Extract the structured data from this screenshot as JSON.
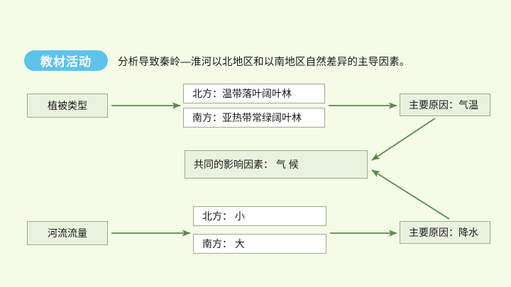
{
  "header": {
    "badge_label": "教材活动",
    "subtitle": "分析导致秦岭—淮河以北地区和以南地区自然差异的主导因素。"
  },
  "colors": {
    "background": "#f4fbe7",
    "badge": "#5ec3ea",
    "box_green_fill": "#e9f2de",
    "box_white_fill": "#ffffff",
    "box_border": "#9aab8a",
    "arrow": "#5a8a4f",
    "text": "#1a1a1a"
  },
  "diagram": {
    "nodes": {
      "vegetation_type": "植被类型",
      "veg_north": "北方：温带落叶阔叶林",
      "veg_south": "南方：亚热带常绿阔叶林",
      "cause_temperature": "主要原因：气温",
      "common_factor": "共同的影响因素：  气    候",
      "river_flow": "河流流量",
      "flow_north": "北方：    小",
      "flow_south": "南方：    大",
      "cause_precipitation": "主要原因：降水"
    },
    "edges": [
      {
        "from": "vegetation_type",
        "to": "veg_pair",
        "style": "straight-right"
      },
      {
        "from": "veg_pair",
        "to": "cause_temperature",
        "style": "straight-right"
      },
      {
        "from": "cause_temperature",
        "to": "common_factor",
        "style": "diagonal-down-left"
      },
      {
        "from": "river_flow",
        "to": "flow_pair",
        "style": "straight-right"
      },
      {
        "from": "flow_pair",
        "to": "cause_precipitation",
        "style": "straight-right"
      },
      {
        "from": "cause_precipitation",
        "to": "common_factor",
        "style": "diagonal-up-left"
      }
    ]
  }
}
